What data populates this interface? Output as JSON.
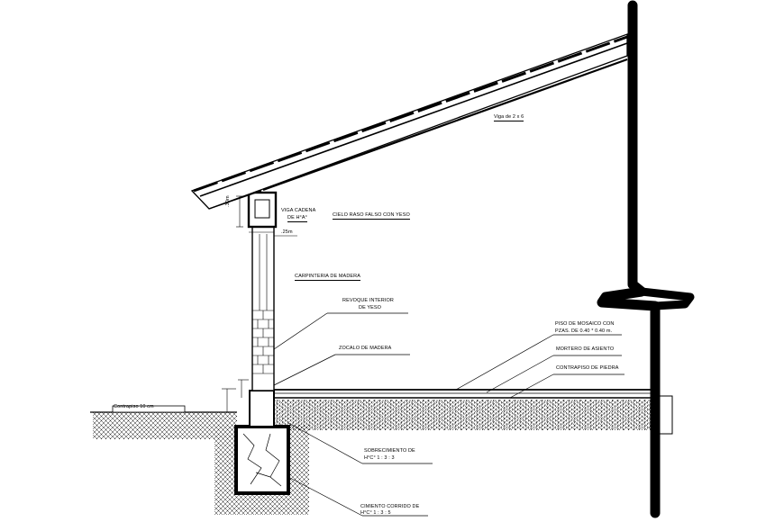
{
  "labels": {
    "viga_2x6": "Viga de 2 x 6",
    "viga_cadena_1": "VIGA CADENA",
    "viga_cadena_2": "DE H°A°",
    "cielo_raso": "CIELO RASO FALSO CON YESO",
    "dim_25": ".25m",
    "dim_30": ".30m",
    "carpinteria": "CARPINTERIA DE MADERA",
    "revoque_1": "REVOQUE INTERIOR",
    "revoque_2": "DE YESO",
    "zocalo": "ZOCALO DE MADERA",
    "piso_1": "PISO DE MOSAICO CON",
    "piso_2": "PZAS. DE 0.40 * 0.40 m.",
    "mortero": "MORTERO DE ASIENTO",
    "contrapiso": "CONTRAPISO DE PIEDRA",
    "contrapiso_ext": "Contrapiso 10 cm",
    "sobrecimiento_1": "SOBRECIMIENTO DE",
    "sobrecimiento_2": "H°C°  1 : 3 : 3",
    "cimiento_1": "CIMIENTO CORRIDO DE",
    "cimiento_2": "H°C°  1 : 3 : 5"
  },
  "colors": {
    "line": "#000000",
    "background": "#ffffff"
  }
}
